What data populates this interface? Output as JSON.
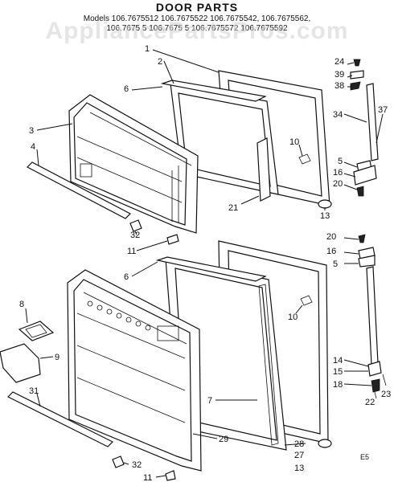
{
  "header": {
    "title": "DOOR PARTS",
    "models_line1": "Models 106.7675512  106.7675522  106.7675542, 106.7675562,",
    "models_line2": "106.7675 5 106.7675 5  106.7675572  106.7675592"
  },
  "watermark": "AppliancePartsPros.com",
  "code": "E5",
  "callouts": {
    "c1": "1",
    "c2": "2",
    "c3": "3",
    "c4": "4",
    "c5a": "5",
    "c6a": "6",
    "c10a": "10",
    "c13a": "13",
    "c16a": "16",
    "c20a": "20",
    "c21": "21",
    "c24": "24",
    "c34": "34",
    "c37": "37",
    "c38": "38",
    "c39": "39",
    "c32a": "32",
    "c11a": "11",
    "c20b": "20",
    "c16b": "16",
    "c5b": "5",
    "c6b": "6",
    "c8": "8",
    "c9": "9",
    "c31": "31",
    "c10b": "10",
    "c14": "14",
    "c15": "15",
    "c18": "18",
    "c22": "22",
    "c23": "23",
    "c7": "7",
    "c29": "29",
    "c28": "28",
    "c27": "27",
    "c13b": "13",
    "c32b": "32",
    "c11b": "11"
  }
}
